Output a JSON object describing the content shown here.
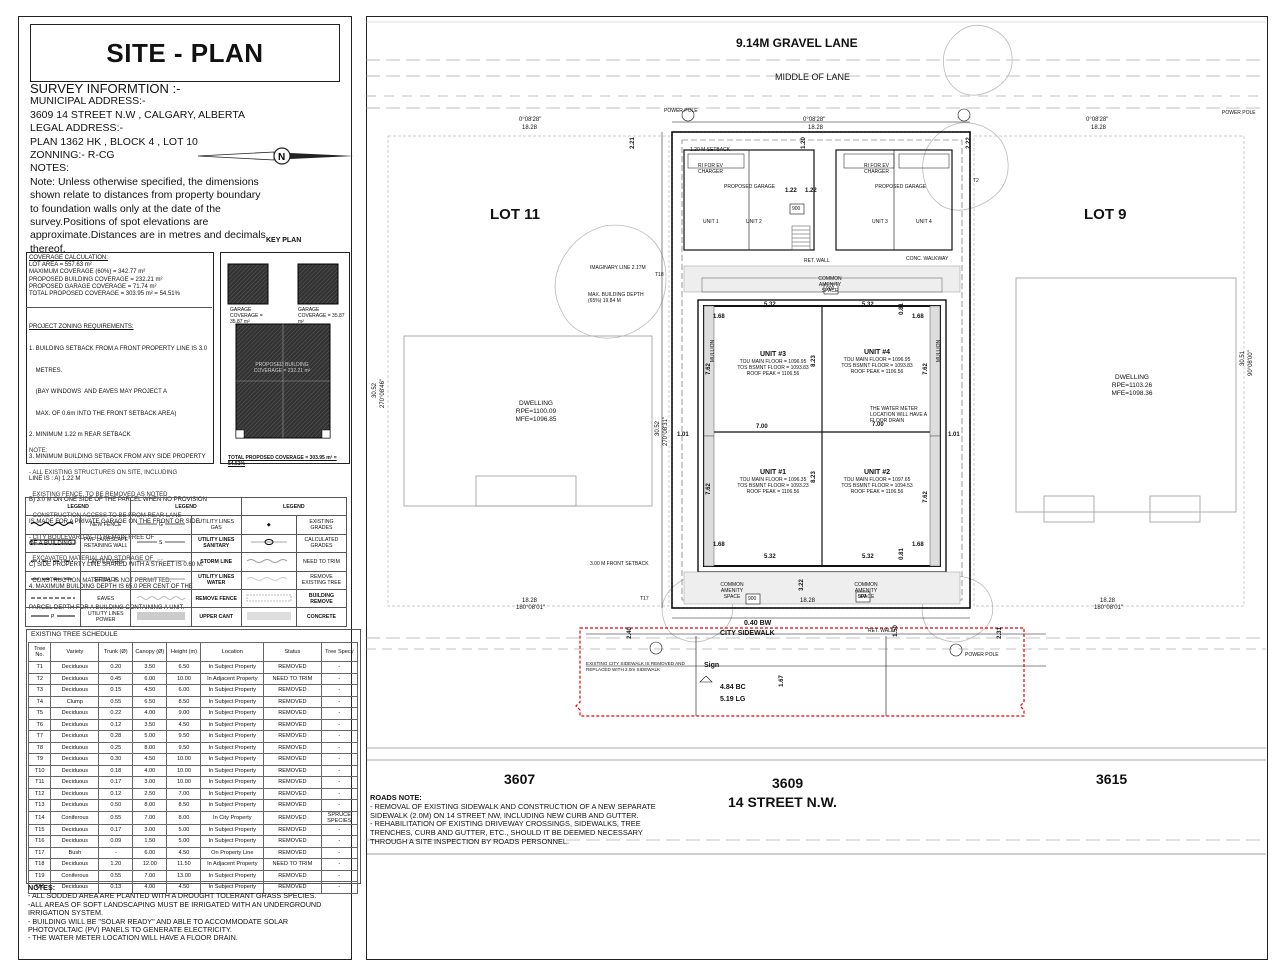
{
  "title": "SITE - PLAN",
  "survey": {
    "heading": "SURVEY INFORMTION :-",
    "lines": [
      "MUNICIPAL ADDRESS:-",
      "3609 14 STREET N.W , CALGARY, ALBERTA",
      "LEGAL ADDRESS:-",
      "PLAN 1362 HK , BLOCK 4 , LOT 10",
      "ZONNING:-  R-CG",
      "NOTES:"
    ],
    "note": "Note: Unless otherwise specified, the dimensions shown relate to distances from property boundary to foundation walls only at the date of the survey.Positions of spot elevations are approximate.Distances are in metres and decimals thereof."
  },
  "coverage": {
    "heading": "COVERAGE CALCULATION:",
    "lines": [
      "LOT AREA = 557.63 m²",
      "MAXIMUM COVERAGE (60%) = 342.77 m²",
      "PROPOSED BUILDING COVERAGE = 232.21 m²",
      "PROPOSED GARAGE COVERAGE = 71.74 m²",
      "TOTAL PROPOSED COVERAGE = 303.95 m² = 54.51%"
    ]
  },
  "zoning": {
    "heading": "PROJECT ZONING REQUIREMENTS:",
    "lines": [
      "1. BUILDING SETBACK FROM A FRONT PROPERTY LINE IS 3.0",
      "    METRES.",
      "    (BAY WINDOWS  AND EAVES MAY PROJECT A",
      "    MAX. OF 0.6m INTO THE FRONT SETBACK AREA)",
      "2. MINIMUM 1.22 m REAR SETBACK",
      "3. MINIMUM BUILDING SETBACK FROM ANY SIDE PROPERTY",
      "LINE IS : A) 1.22 M",
      "B) 3.0 M ON ONE SIDE OF THE PARCEL WHEN NO PROVISION",
      "IS MADE FOR A PRIVATE GARAGE ON THE FRONT OR SIDE",
      "OF A BUILDING.",
      "C) SIDE PROPERTY LINE SHARED WITH A STREET IS 0.60 M.",
      "4. MAXIMUM BUILDING DEPTH IS 65.0 PER CENT OF THE",
      "PARCEL DEPTH FOR A BUILDING CONTAINING A UNIT."
    ]
  },
  "site_notes": {
    "heading": "NOTE:",
    "lines": [
      "- ALL EXISTING STRUCTURES ON SITE, INCLUDING",
      "  EXISTING FENCE, TO BE REMOVED AS NOTED",
      "- CONSTRUCTION ACCESS TO BE FROM REAR LANE",
      "- CITY BOULEVARD IS TO REMAIN FREE OF",
      "  EXCAVATED MATERIAL AND STORAGE OF",
      "  CONSTRUCTION MATERIAL IS NOT PERMITTED."
    ]
  },
  "key_plan": {
    "title": "KEY PLAN",
    "garage_label_left": "GARAGE COVERAGE = 35.87 m²",
    "garage_label_right": "GARAGE COVERAGE = 35.87 m²",
    "building_label": "PROPOSED BUILDING COVERAGE = 232.21 m²",
    "total": "TOTAL PROPOSED COVERAGE = 303.95 m² = 54.51%"
  },
  "legend": {
    "header": "LEGEND",
    "rows": [
      [
        "NEW FENCE",
        "UTILITY LINES GAS",
        "EXISTING GRADES"
      ],
      [
        "PWF LANDSCAPE RETAINING WALL",
        "UTILITY LINES SANITARY",
        "CALCULATED GRADES"
      ],
      [
        "CANTILEVERS",
        "STORM LINE",
        "NEED TO TRIM"
      ],
      [
        "SETBACK",
        "UTILITY LINES WATER",
        "REMOVE EXISTING TREE"
      ],
      [
        "EAVES",
        "REMOVE FENCE",
        "BUILDING REMOVE"
      ],
      [
        "UTILITY LINES POWER",
        "UPPER CANT",
        "CONCRETE"
      ]
    ]
  },
  "tree_schedule": {
    "title": "EXISTING TREE SCHEDULE",
    "columns": [
      "Tree No.",
      "Variety",
      "Trunk (Ø)",
      "Canopy (Ø)",
      "Height (m)",
      "Location",
      "Status",
      "Tree Specy"
    ],
    "rows": [
      [
        "T1",
        "Deciduous",
        "0.20",
        "3.50",
        "6.50",
        "In Subject Property",
        "REMOVED",
        "-"
      ],
      [
        "T2",
        "Deciduous",
        "0.45",
        "6.00",
        "10.00",
        "In Adjacent Property",
        "NEED TO TRIM",
        "-"
      ],
      [
        "T3",
        "Deciduous",
        "0.15",
        "4.50",
        "6.00",
        "In Subject Property",
        "REMOVED",
        "-"
      ],
      [
        "T4",
        "Clump",
        "0.55",
        "6.50",
        "8.50",
        "In Subject Property",
        "REMOVED",
        "-"
      ],
      [
        "T5",
        "Deciduous",
        "0.22",
        "4.00",
        "9.00",
        "In Subject Property",
        "REMOVED",
        "-"
      ],
      [
        "T6",
        "Deciduous",
        "0.12",
        "3.50",
        "4.50",
        "In Subject Property",
        "REMOVED",
        "-"
      ],
      [
        "T7",
        "Deciduous",
        "0.28",
        "5.00",
        "9.50",
        "In Subject Property",
        "REMOVED",
        "-"
      ],
      [
        "T8",
        "Deciduous",
        "0.25",
        "8.00",
        "9.50",
        "In Subject Property",
        "REMOVED",
        "-"
      ],
      [
        "T9",
        "Deciduous",
        "0.30",
        "4.50",
        "10.00",
        "In Subject Property",
        "REMOVED",
        "-"
      ],
      [
        "T10",
        "Deciduous",
        "0.18",
        "4.00",
        "10.00",
        "In Subject Property",
        "REMOVED",
        "-"
      ],
      [
        "T11",
        "Deciduous",
        "0.17",
        "3.00",
        "10.00",
        "In Subject Property",
        "REMOVED",
        "-"
      ],
      [
        "T12",
        "Deciduous",
        "0.12",
        "2.50",
        "7.00",
        "In Subject Property",
        "REMOVED",
        "-"
      ],
      [
        "T13",
        "Deciduous",
        "0.50",
        "8.00",
        "8.50",
        "In Subject Property",
        "REMOVED",
        "-"
      ],
      [
        "T14",
        "Coniferous",
        "0.55",
        "7.00",
        "8.00",
        "In City Property",
        "REMOVED",
        "SPRUCE SPECIES"
      ],
      [
        "T15",
        "Deciduous",
        "0.17",
        "3.00",
        "5.00",
        "In Subject Property",
        "REMOVED",
        "-"
      ],
      [
        "T16",
        "Deciduous",
        "0.09",
        "1.50",
        "5.00",
        "In Subject Property",
        "REMOVED",
        "-"
      ],
      [
        "T17",
        "Bush",
        "-",
        "6.00",
        "4.50",
        "On Property Line",
        "REMOVED",
        "-"
      ],
      [
        "T18",
        "Deciduous",
        "1.20",
        "12.00",
        "11.50",
        "In Adjacent Property",
        "NEED TO TRIM",
        "-"
      ],
      [
        "T19",
        "Coniferous",
        "0.55",
        "7.00",
        "13.00",
        "In Subject Property",
        "REMOVED",
        "-"
      ],
      [
        "T20",
        "Deciduous",
        "0.13",
        "4.00",
        "4.50",
        "In Subject Property",
        "REMOVED",
        "-"
      ]
    ]
  },
  "bottom_notes": {
    "heading": "NOTES:",
    "lines": [
      "- ALL SODDED AREA ARE PLANTED WITH A DROUGHT TOLERANT GRASS SPECIES.",
      "-ALL AREAS OF SOFT LANDSCAPING MUST BE IRRIGATED WITH AN UNDERGROUND",
      "IRRIGATION SYSTEM.",
      "- BUILDING WILL BE \"SOLAR READY\" AND ABLE TO ACCOMMODATE SOLAR",
      "PHOTOVOLTAIC (PV) PANELS TO GENERATE ELECTRICITY.",
      "- THE WATER METER LOCATION WILL HAVE A FLOOR DRAIN."
    ]
  },
  "roads_note": {
    "heading": "ROADS NOTE:",
    "lines": [
      "- REMOVAL OF EXISTING SIDEWALK AND CONSTRUCTION OF A NEW SEPARATE",
      "SIDEWALK (2.0M) ON 14 STREET NW, INCLUDING NEW CURB AND GUTTER.",
      "- REHABILITATION OF EXISTING DRIVEWAY CROSSINGS, SIDEWALKS, TREE",
      "TRENCHES, CURB AND GUTTER, ETC., SHOULD IT BE DEEMED NECESSARY",
      "THROUGH A SITE INSPECTION BY ROADS PERSONNEL."
    ]
  },
  "plan": {
    "lane": "9.14M GRAVEL LANE",
    "middle_lane": "MIDDLE OF LANE",
    "lot_left": "LOT  11",
    "lot_right": "LOT  9",
    "bearing_top_left": "0°08'28\"",
    "dist_top_left": "18.28",
    "bearing_top_mid": "0°08'28\"",
    "dist_top_mid": "18.28",
    "bearing_top_right": "0°08'28\"",
    "dist_top_right": "18.28",
    "bearing_bottom_left": "180°08'01\"",
    "dist_bottom_left": "18.28",
    "bearing_bottom_right": "180°08'01\"",
    "dist_bottom_right": "18.28",
    "dist_bottom_mid": "18.28",
    "side_left_dist": "30.52",
    "side_left_bearing": "270°08'46\"",
    "side_mid_dist": "30.52",
    "side_mid_bearing": "270°08'31\"",
    "side_right_dist": "30.51",
    "side_right_bearing": "90°08'00\"",
    "setback_rear": "1.20 M SETBACK",
    "setback_front": "3.00 M FRONT SETBACK",
    "garage_left": "PROPOSED GARAGE",
    "garage_right": "PROPOSED GARAGE",
    "ev_left": "RI FOR EV CHARGER",
    "ev_right": "RI FOR EV CHARGER",
    "garage_units": [
      "UNIT 1",
      "UNIT 2",
      "UNIT 3",
      "UNIT 4"
    ],
    "dwelling_left_title": "DWELLING",
    "dwelling_left_rpe": "RPE=1100.09",
    "dwelling_left_mfe": "MFE=1096.85",
    "dwelling_right_title": "DWELLING",
    "dwelling_right_rpe": "RPE=1103.26",
    "dwelling_right_mfe": "MFE=1098.36",
    "unit3": "UNIT #3",
    "unit4": "UNIT #4",
    "unit1": "UNIT #1",
    "unit2": "UNIT #2",
    "unit3_info": [
      "TOU MAIN FLOOR = 1096.95",
      "TOS BSMNT FLOOR = 1093.83",
      "ROOF PEAK = 1106.56"
    ],
    "unit4_info": [
      "TOU MAIN FLOOR = 1096.95",
      "TOS BSMNT FLOOR = 1093.83",
      "ROOF PEAK = 1106.56"
    ],
    "unit1_info": [
      "TOU MAIN FLOOR = 1096.35",
      "TOS BSMNT FLOOR = 1093.23",
      "ROOF PEAK = 1106.56"
    ],
    "unit2_info": [
      "TOU MAIN FLOOR = 1097.65",
      "TOS BSMNT FLOOR = 1094.53",
      "ROOF PEAK = 1106.56"
    ],
    "dim_700_left": "7.00",
    "dim_700_right": "7.00",
    "dim_532_tl": "5.32",
    "dim_532_tr": "5.32",
    "dim_532_bl": "5.32",
    "dim_532_br": "5.32",
    "dim_168_tl": "1.68",
    "dim_168_tr": "1.68",
    "dim_168_bl": "1.68",
    "dim_168_br": "1.68",
    "dim_823_a": "8.23",
    "dim_823_b": "8.23",
    "dim_762_a": "7.62",
    "dim_762_b": "7.62",
    "dim_762_c": "7.62",
    "dim_762_d": "7.62",
    "dim_122_a": "1.22",
    "dim_122_b": "1.22",
    "dim_221": "2.21",
    "dim_222": "2.22",
    "dim_120": "1.20",
    "dim_322": "3.22",
    "dim_101_a": "1.01",
    "dim_101_b": "1.01",
    "dim_081_a": "0.81",
    "dim_081_b": "0.81",
    "dim_240": "2.40",
    "dim_231": "2.31",
    "dim_150": "1.50",
    "dim_167": "1.67",
    "sidewalk_bw": "0.40 BW",
    "city_sidewalk": "CITY SIDEWALK",
    "sign": "Sign",
    "bc": "4.84 BC",
    "lg": "5.19 LG",
    "sidewalk_note": "EXISTING CITY SIDEWALK IS REMOVED AND REPLACED WITH 2.0m SIDEWALK",
    "addr_left": "3607",
    "addr_mid": "3609",
    "addr_right": "3615",
    "street": "14 STREET N.W.",
    "power_pole": "POWER POLE",
    "ret_wall": "RET. WALL",
    "common_space": "COMMON AMENITY SPACE",
    "conc_walkway": "CONC. WALKWAY",
    "max_depth": "MAX. BUILDING DEPTH (65%) 19.84 M",
    "imaginary_line": "IMAGINARY LINE 2.17M",
    "water_meter": "THE WATER METER LOCATION WILL HAVE A FLOOR DRAIN",
    "tree_t18": "T18",
    "tree_t2": "T2",
    "tree_t17": "T17",
    "mullion": "MULLION",
    "box_900": "900"
  }
}
